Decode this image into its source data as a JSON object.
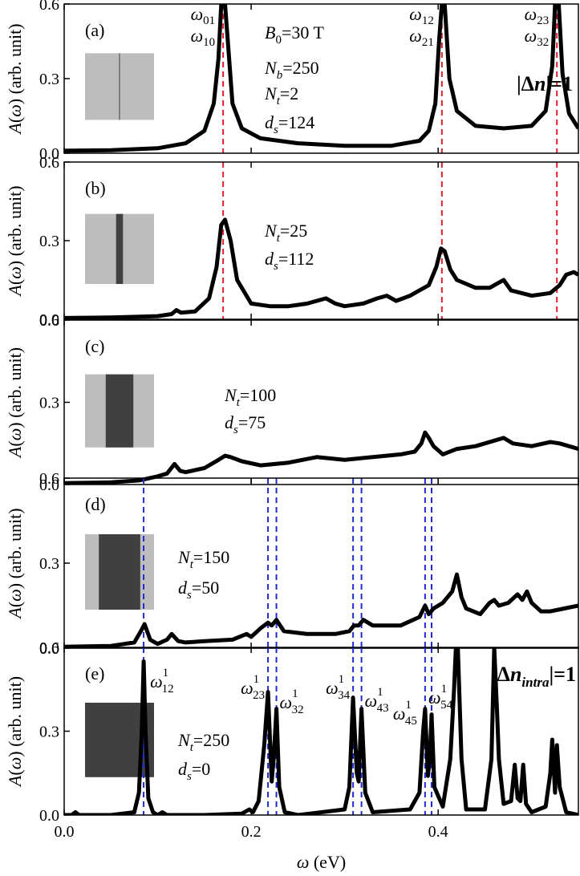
{
  "chart_data": {
    "type": "line",
    "xlabel": "ω (eV)",
    "ylabel": "A(ω) (arb. unit)",
    "xlim": [
      0.0,
      0.55
    ],
    "ylim": [
      0.0,
      0.6
    ],
    "x_ticks": [
      "0.0",
      "0.2",
      "0.4"
    ],
    "y_ticks": [
      "0.0",
      "0.3",
      "0.6"
    ],
    "panels": [
      {
        "label": "(a)",
        "annotations": [
          "B₀=30 T",
          "N_b=250",
          "N_t=2",
          "d_s=124"
        ],
        "corner_text": "|Δn|=1",
        "peak_labels": [
          {
            "top": "ω01",
            "bottom": "ω10",
            "x": 0.17
          },
          {
            "top": "ω12",
            "bottom": "ω21",
            "x": 0.404
          },
          {
            "top": "ω23",
            "bottom": "ω32",
            "x": 0.527
          }
        ],
        "dashed_lines": {
          "color": "#e0202a",
          "x": [
            0.17,
            0.404,
            0.527
          ]
        },
        "inset": {
          "dark_fraction": 0.008
        },
        "series": [
          {
            "x": [
              0.0,
              0.05,
              0.1,
              0.13,
              0.15,
              0.16,
              0.165,
              0.168,
              0.17,
              0.172,
              0.175,
              0.18,
              0.19,
              0.21,
              0.25,
              0.3,
              0.35,
              0.38,
              0.39,
              0.397,
              0.401,
              0.404,
              0.407,
              0.412,
              0.42,
              0.44,
              0.47,
              0.5,
              0.515,
              0.522,
              0.525,
              0.527,
              0.529,
              0.533,
              0.54,
              0.55
            ],
            "y": [
              0.01,
              0.012,
              0.02,
              0.04,
              0.09,
              0.2,
              0.38,
              0.6,
              0.6,
              0.6,
              0.45,
              0.2,
              0.1,
              0.06,
              0.04,
              0.03,
              0.03,
              0.05,
              0.09,
              0.2,
              0.45,
              0.6,
              0.6,
              0.3,
              0.17,
              0.11,
              0.1,
              0.11,
              0.17,
              0.35,
              0.6,
              0.6,
              0.6,
              0.32,
              0.16,
              0.1
            ]
          }
        ]
      },
      {
        "label": "(b)",
        "annotations": [
          "N_t=25",
          "d_s=112"
        ],
        "corner_text": "",
        "peak_labels": [],
        "dashed_lines": {
          "color": "#e0202a",
          "x": [
            0.17,
            0.404,
            0.527
          ]
        },
        "inset": {
          "dark_fraction": 0.1
        },
        "series": [
          {
            "x": [
              0.0,
              0.05,
              0.1,
              0.115,
              0.12,
              0.125,
              0.14,
              0.155,
              0.163,
              0.168,
              0.172,
              0.178,
              0.185,
              0.2,
              0.22,
              0.24,
              0.26,
              0.28,
              0.29,
              0.3,
              0.32,
              0.335,
              0.345,
              0.355,
              0.37,
              0.39,
              0.398,
              0.403,
              0.407,
              0.413,
              0.42,
              0.44,
              0.455,
              0.465,
              0.47,
              0.478,
              0.5,
              0.52,
              0.53,
              0.537,
              0.545,
              0.55
            ],
            "y": [
              0.005,
              0.007,
              0.012,
              0.02,
              0.035,
              0.025,
              0.03,
              0.08,
              0.2,
              0.36,
              0.38,
              0.3,
              0.15,
              0.06,
              0.05,
              0.05,
              0.06,
              0.08,
              0.06,
              0.05,
              0.06,
              0.08,
              0.09,
              0.07,
              0.09,
              0.13,
              0.2,
              0.27,
              0.26,
              0.19,
              0.15,
              0.12,
              0.12,
              0.14,
              0.15,
              0.11,
              0.09,
              0.1,
              0.13,
              0.17,
              0.18,
              0.17
            ]
          }
        ]
      },
      {
        "label": "(c)",
        "annotations": [
          "N_t=100",
          "d_s=75"
        ],
        "corner_text": "",
        "peak_labels": [],
        "dashed_lines": {
          "color": "#e0202a",
          "x": []
        },
        "inset": {
          "dark_fraction": 0.4
        },
        "series": [
          {
            "x": [
              0.0,
              0.05,
              0.08,
              0.1,
              0.11,
              0.118,
              0.124,
              0.13,
              0.15,
              0.165,
              0.172,
              0.178,
              0.19,
              0.21,
              0.24,
              0.27,
              0.3,
              0.33,
              0.36,
              0.375,
              0.382,
              0.386,
              0.39,
              0.395,
              0.405,
              0.42,
              0.44,
              0.46,
              0.47,
              0.48,
              0.5,
              0.52,
              0.53,
              0.55
            ],
            "y": [
              0.005,
              0.008,
              0.015,
              0.03,
              0.04,
              0.075,
              0.05,
              0.045,
              0.06,
              0.09,
              0.105,
              0.1,
              0.085,
              0.07,
              0.08,
              0.1,
              0.09,
              0.1,
              0.11,
              0.12,
              0.15,
              0.19,
              0.17,
              0.14,
              0.11,
              0.13,
              0.14,
              0.16,
              0.17,
              0.15,
              0.14,
              0.155,
              0.15,
              0.13
            ]
          }
        ]
      },
      {
        "label": "(d)",
        "annotations": [
          "N_t=150",
          "d_s=50"
        ],
        "corner_text": "",
        "peak_labels": [],
        "dashed_lines": {
          "color": "#1f2bd6",
          "x": [
            0.085,
            0.218,
            0.227,
            0.309,
            0.318,
            0.386,
            0.393
          ]
        },
        "inset": {
          "dark_fraction": 0.6
        },
        "series": [
          {
            "x": [
              0.0,
              0.05,
              0.075,
              0.082,
              0.086,
              0.092,
              0.1,
              0.11,
              0.115,
              0.122,
              0.13,
              0.15,
              0.18,
              0.195,
              0.2,
              0.21,
              0.218,
              0.222,
              0.227,
              0.235,
              0.26,
              0.29,
              0.305,
              0.31,
              0.315,
              0.32,
              0.33,
              0.36,
              0.38,
              0.386,
              0.39,
              0.395,
              0.405,
              0.415,
              0.42,
              0.425,
              0.43,
              0.445,
              0.455,
              0.46,
              0.465,
              0.475,
              0.485,
              0.49,
              0.495,
              0.5,
              0.51,
              0.52,
              0.535,
              0.55
            ],
            "y": [
              0.005,
              0.008,
              0.02,
              0.06,
              0.085,
              0.03,
              0.015,
              0.03,
              0.05,
              0.025,
              0.02,
              0.025,
              0.03,
              0.05,
              0.04,
              0.07,
              0.09,
              0.08,
              0.1,
              0.06,
              0.05,
              0.05,
              0.06,
              0.08,
              0.08,
              0.1,
              0.08,
              0.08,
              0.11,
              0.15,
              0.12,
              0.14,
              0.16,
              0.2,
              0.26,
              0.18,
              0.14,
              0.12,
              0.16,
              0.17,
              0.15,
              0.16,
              0.19,
              0.17,
              0.2,
              0.16,
              0.13,
              0.13,
              0.14,
              0.15
            ]
          }
        ]
      },
      {
        "label": "(e)",
        "annotations": [
          "N_t=250",
          "d_s=0"
        ],
        "corner_text": "|Δn_intra|=1",
        "peak_labels": [
          {
            "main": "ω",
            "sup": "1",
            "sub": "12",
            "x": 0.085
          },
          {
            "main": "ω",
            "sup": "1",
            "sub": "23",
            "x": 0.218
          },
          {
            "main": "ω",
            "sup": "1",
            "sub": "32",
            "x": 0.227
          },
          {
            "main": "ω",
            "sup": "1",
            "sub": "34",
            "x": 0.309
          },
          {
            "main": "ω",
            "sup": "1",
            "sub": "43",
            "x": 0.318
          },
          {
            "main": "ω",
            "sup": "1",
            "sub": "45",
            "x": 0.386
          },
          {
            "main": "ω",
            "sup": "1",
            "sub": "54",
            "x": 0.393
          }
        ],
        "dashed_lines": {
          "color": "#1f2bd6",
          "x": [
            0.085,
            0.218,
            0.227,
            0.309,
            0.318,
            0.386,
            0.393
          ]
        },
        "inset": {
          "dark_fraction": 1.0
        },
        "series": [
          {
            "x": [
              0.0,
              0.008,
              0.012,
              0.016,
              0.05,
              0.075,
              0.08,
              0.083,
              0.085,
              0.087,
              0.09,
              0.095,
              0.1,
              0.105,
              0.11,
              0.15,
              0.19,
              0.198,
              0.202,
              0.208,
              0.214,
              0.218,
              0.222,
              0.224,
              0.227,
              0.23,
              0.236,
              0.25,
              0.3,
              0.305,
              0.309,
              0.313,
              0.315,
              0.318,
              0.322,
              0.33,
              0.37,
              0.38,
              0.384,
              0.386,
              0.389,
              0.391,
              0.393,
              0.396,
              0.405,
              0.413,
              0.417,
              0.419,
              0.421,
              0.425,
              0.43,
              0.45,
              0.457,
              0.46,
              0.463,
              0.465,
              0.47,
              0.478,
              0.482,
              0.485,
              0.488,
              0.491,
              0.494,
              0.5,
              0.515,
              0.52,
              0.522,
              0.525,
              0.527,
              0.53,
              0.537,
              0.55
            ],
            "y": [
              0.0,
              0.0,
              0.01,
              0.0,
              0.0,
              0.01,
              0.08,
              0.3,
              0.55,
              0.3,
              0.06,
              0.01,
              0.0,
              0.01,
              0.0,
              0.0,
              0.005,
              0.02,
              0.01,
              0.05,
              0.25,
              0.44,
              0.12,
              0.2,
              0.38,
              0.1,
              0.01,
              0.0,
              0.02,
              0.1,
              0.42,
              0.15,
              0.12,
              0.38,
              0.08,
              0.01,
              0.02,
              0.08,
              0.3,
              0.38,
              0.14,
              0.2,
              0.36,
              0.1,
              0.03,
              0.2,
              0.45,
              0.6,
              0.6,
              0.2,
              0.02,
              0.02,
              0.2,
              0.6,
              0.37,
              0.2,
              0.04,
              0.05,
              0.18,
              0.06,
              0.05,
              0.18,
              0.04,
              0.01,
              0.03,
              0.15,
              0.27,
              0.08,
              0.25,
              0.1,
              0.01,
              0.0
            ]
          }
        ]
      }
    ]
  }
}
